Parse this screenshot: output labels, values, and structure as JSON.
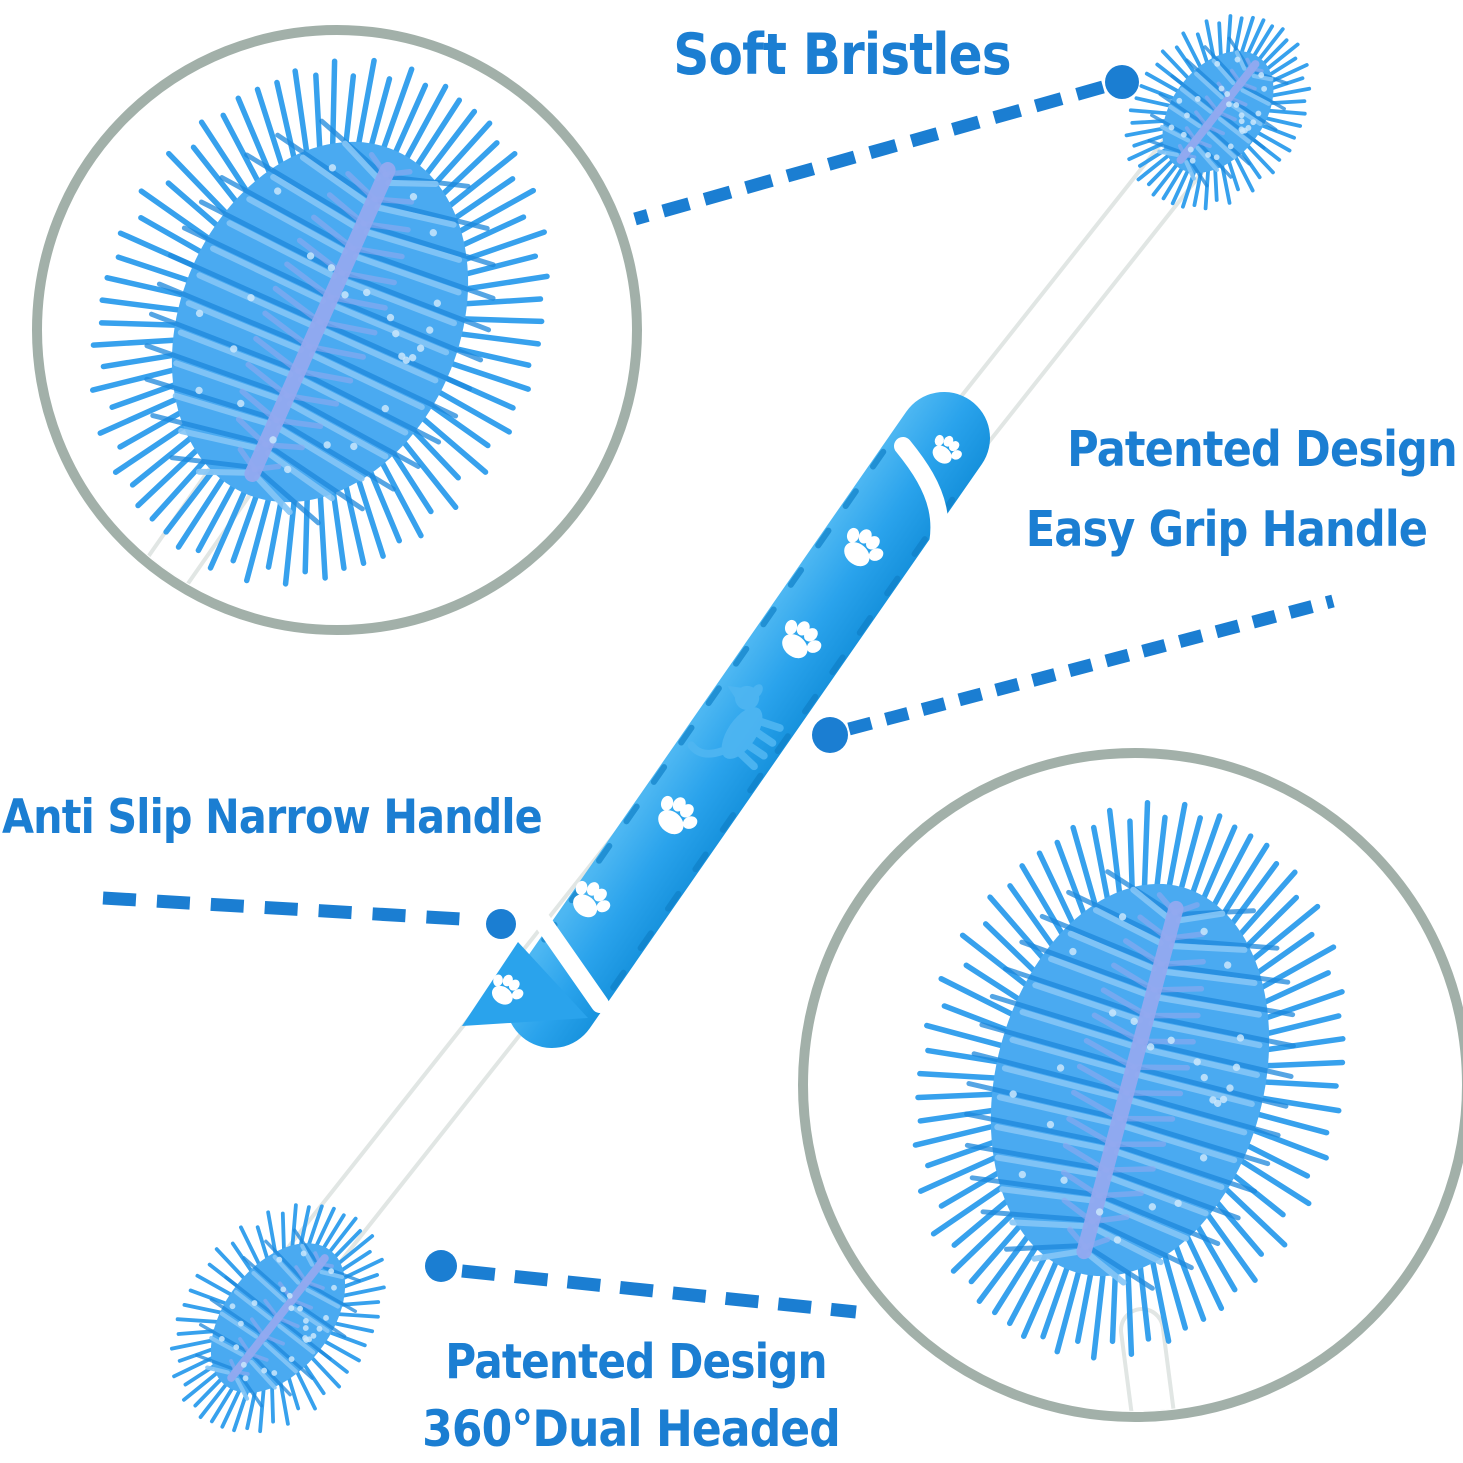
{
  "callouts": {
    "soft_bristles": {
      "label": "Soft Bristles"
    },
    "patented_grip": {
      "line1": "Patented Design",
      "line2": "Easy Grip Handle"
    },
    "anti_slip": {
      "label": "Anti Slip Narrow Handle"
    },
    "dual_headed": {
      "line1": "Patented Design",
      "line2": "360°Dual Headed"
    }
  },
  "icons": {
    "paw_print": "paw-print-icon",
    "dog_silhouette": "dog-silhouette-icon",
    "magnifier_circle": "magnifier-circle",
    "callout_dot": "callout-dot"
  },
  "colors": {
    "callout_blue": "#1b7ed2",
    "bristle_blue": "#2d9ced",
    "bristle_dark": "#1d88dc",
    "bristle_light": "#85c6f7",
    "bristle_body": "#4aaaf1",
    "bristle_spine": "#93a9f0",
    "bristle_dot": "#c9e6fb",
    "grip_blue": "#2aa3ec",
    "grip_light": "#4db7f2",
    "grip_dark": "#1691dc",
    "grip_rib": "#1080c8",
    "dog_blue": "#4fb6f2",
    "handle_white": "#ffffff",
    "handle_edge": "#e1e6e4",
    "ring_sage": "#a2b0a9",
    "background": "#ffffff"
  }
}
